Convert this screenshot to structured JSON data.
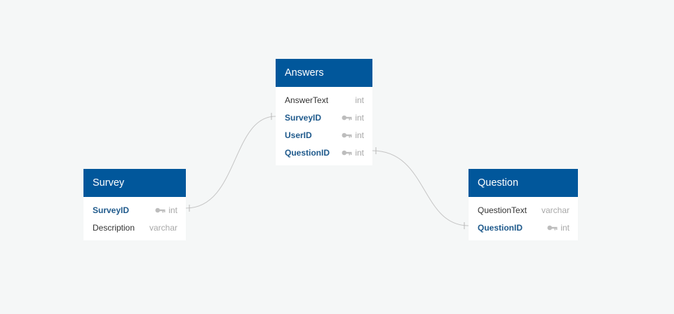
{
  "colors": {
    "background": "#f5f7f7",
    "header": "#01579b",
    "header_text": "#ffffff",
    "key_field": "#1f5a8c",
    "type_text": "#a8a8a8",
    "connector": "#c5c5c5"
  },
  "tables": {
    "answers": {
      "title": "Answers",
      "fields": [
        {
          "name": "AnswerText",
          "type": "int",
          "key": false
        },
        {
          "name": "SurveyID",
          "type": "int",
          "key": true
        },
        {
          "name": "UserID",
          "type": "int",
          "key": true
        },
        {
          "name": "QuestionID",
          "type": "int",
          "key": true
        }
      ]
    },
    "survey": {
      "title": "Survey",
      "fields": [
        {
          "name": "SurveyID",
          "type": "int",
          "key": true
        },
        {
          "name": "Description",
          "type": "varchar",
          "key": false
        }
      ]
    },
    "question": {
      "title": "Question",
      "fields": [
        {
          "name": "QuestionText",
          "type": "varchar",
          "key": false
        },
        {
          "name": "QuestionID",
          "type": "int",
          "key": true
        }
      ]
    }
  },
  "relations": [
    {
      "from": "Survey.SurveyID",
      "to": "Answers.SurveyID"
    },
    {
      "from": "Answers.QuestionID",
      "to": "Question.QuestionID"
    }
  ],
  "icons": {
    "key": "key-icon"
  }
}
